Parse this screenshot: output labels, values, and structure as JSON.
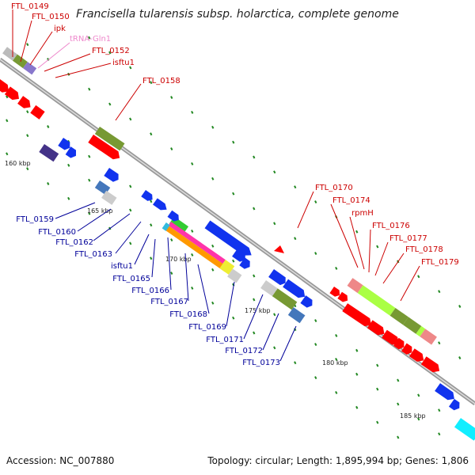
{
  "title": "Francisella tularensis subsp. holarctica, complete genome",
  "footer": {
    "accession": "Accession: NC_007880",
    "topology": "Topology: circular; Length: 1,895,994 bp; Genes: 1,806"
  },
  "kbp_labels": [
    "160 kbp",
    "165 kbp",
    "170 kbp",
    "175 kbp",
    "180 kbp",
    "185 kbp"
  ],
  "gene_labels_top": [
    "FTL_0149",
    "FTL_0150",
    "ipk",
    "tRNA-Gln1",
    "FTL_0152",
    "isftu1",
    "FTL_0158"
  ],
  "gene_labels_right": [
    "FTL_0170",
    "FTL_0174",
    "rpmH",
    "FTL_0176",
    "FTL_0177",
    "FTL_0178",
    "FTL_0179"
  ],
  "gene_labels_left": [
    "FTL_0159",
    "FTL_0160",
    "FTL_0162",
    "FTL_0163",
    "isftu1",
    "FTL_0165",
    "FTL_0166",
    "FTL_0167",
    "FTL_0168",
    "FTL_0169",
    "FTL_0171",
    "FTL_0172",
    "FTL_0173"
  ],
  "colors": {
    "forward_label": "#cc0000",
    "reverse_label": "#000099",
    "trna_label": "#ee88cc",
    "backbone": "#999999",
    "tick": "#228822"
  }
}
